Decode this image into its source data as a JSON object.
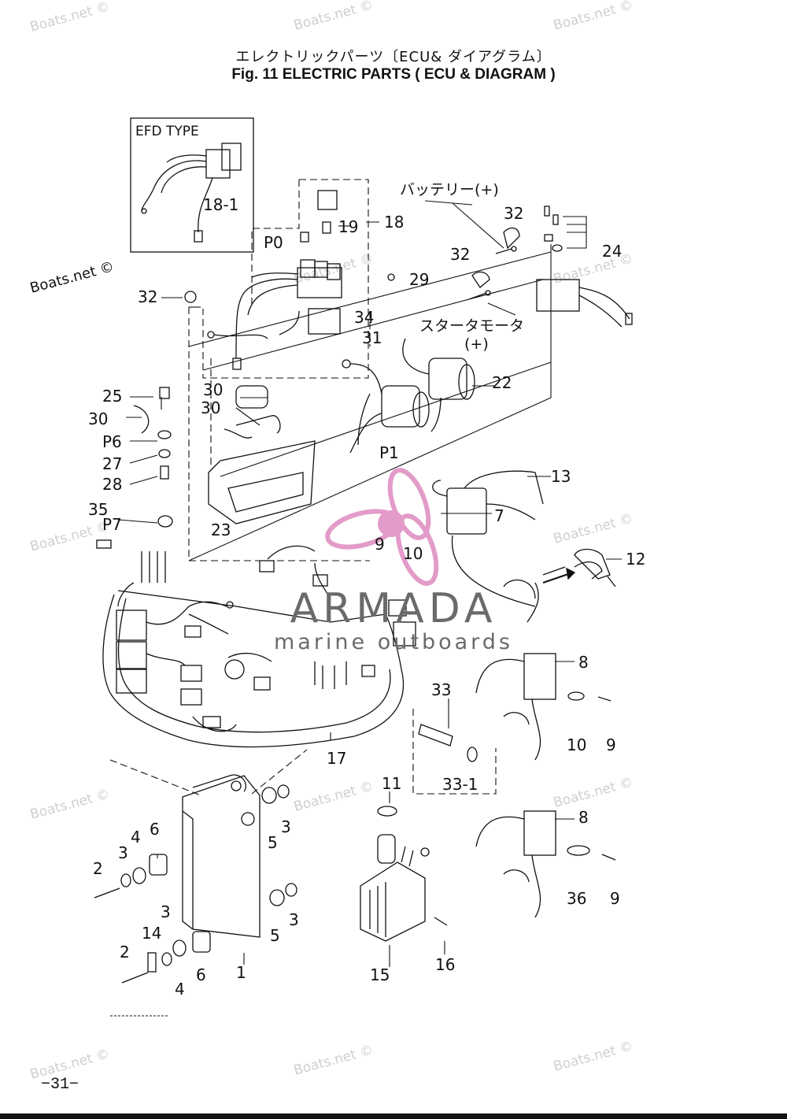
{
  "title": {
    "jp": "エレクトリックパーツ〔ECU& ダイアグラム〕",
    "en": "Fig. 11   ELECTRIC PARTS ( ECU & DIAGRAM )"
  },
  "callouts": {
    "efd_type": "EFD TYPE",
    "battery_plus": "バッテリー(+)",
    "starter_motor": "スタータモータ",
    "starter_plus": "(+)"
  },
  "parts": {
    "p18_1": "18-1",
    "p18": "18",
    "p19": "19",
    "p20": "P0",
    "p32a": "32",
    "p32b": "32",
    "p32c": "32",
    "p29": "29",
    "p24": "24",
    "p34": "34",
    "p31": "31",
    "p22": "22",
    "p21": "P1",
    "p25": "25",
    "p30a": "30",
    "p30b": "30",
    "p30c": "30",
    "p26": "P6",
    "p27a": "27",
    "p28": "28",
    "p35": "35",
    "p27b": "P7",
    "p23": "23",
    "p13": "13",
    "p7": "7",
    "p9a": "9",
    "p10a": "10",
    "p12": "12",
    "p8a": "8",
    "p10b": "10",
    "p9b": "9",
    "p33": "33",
    "p33_1": "33-1",
    "p17": "17",
    "p11": "11",
    "p8b": "8",
    "p36": "36",
    "p9c": "9",
    "p5a": "5",
    "p3a": "3",
    "p6a": "6",
    "p4a": "4",
    "p3b": "3",
    "p2a": "2",
    "p5b": "5",
    "p3c": "3",
    "p3d": "3",
    "p14": "14",
    "p2b": "2",
    "p4b": "4",
    "p6b": "6",
    "p1": "1",
    "p15": "15",
    "p16": "16"
  },
  "watermarks": {
    "site": "Boats.net ©",
    "brand": "ARMADA",
    "brand_sub": "marine outboards"
  },
  "page_number": "−31−",
  "colors": {
    "ink": "#111111",
    "watermark": "#c8c8c8",
    "brand_pink": "#e39bc9",
    "brand_dark": "#555555"
  }
}
